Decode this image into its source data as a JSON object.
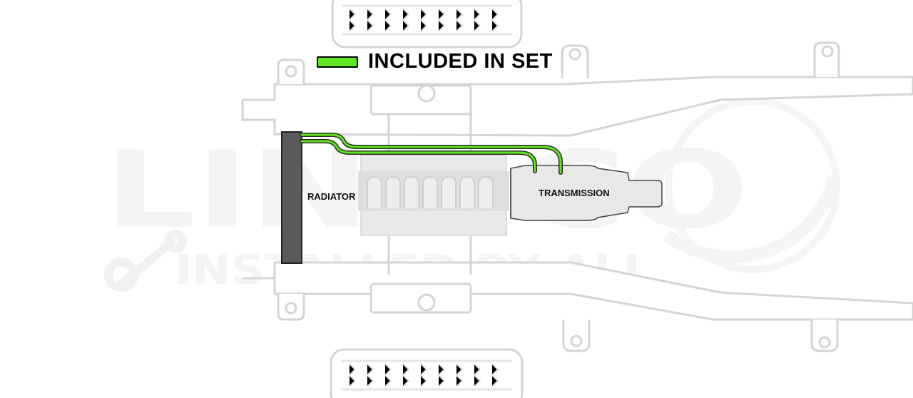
{
  "legend": {
    "label": "INCLUDED IN SET",
    "color": "#5fe620"
  },
  "parts": {
    "radiator": "RADIATOR",
    "transmission": "TRANSMISSION"
  },
  "watermark": {
    "logo_text": "LINE CO",
    "tagline": "INSTALLED BY ALL"
  },
  "colors": {
    "line_green": "#5fe620",
    "radiator": "#5a5a5a",
    "frame_outline": "#d4d4d4"
  }
}
